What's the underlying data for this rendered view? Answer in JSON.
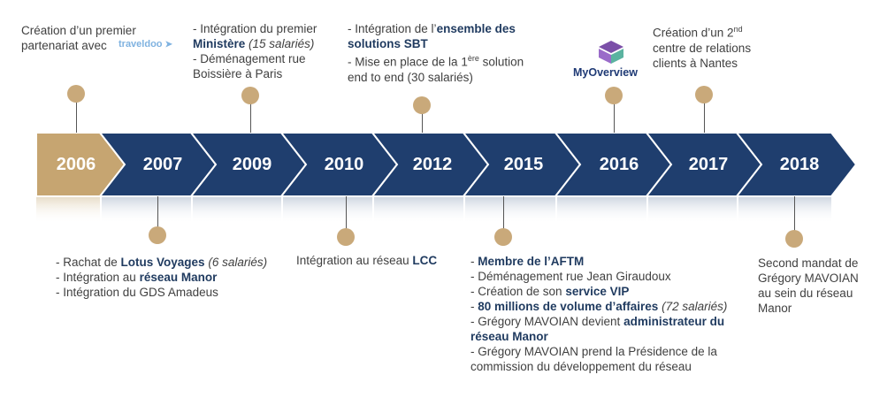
{
  "timeline": {
    "years": [
      "2006",
      "2007",
      "2009",
      "2010",
      "2012",
      "2015",
      "2016",
      "2017",
      "2018"
    ],
    "colors": {
      "first": "#c6a571",
      "rest": "#1f3e6e",
      "dot": "#c9a97a",
      "text_bold": "#1f3a5f"
    }
  },
  "top": {
    "t2006": {
      "line1": "Création d’un premier",
      "line2": "partenariat avec",
      "logo": "traveldoo"
    },
    "t2009": {
      "l1": "- Intégration du premier",
      "l2_bold": "Ministère",
      "l2_italic": "(15 salariés)",
      "l3": "- Déménagement rue",
      "l4": "Boissière à Paris"
    },
    "t2012": {
      "l1_pre": "- Intégration de l’",
      "l1_bold": "ensemble des",
      "l2_bold": "solutions SBT",
      "l3_pre": "- Mise en place de la 1",
      "l3_sup": "ère",
      "l3_post": " solution",
      "l4": "end to end (30 salariés)"
    },
    "t2016": {
      "logo": "MyOverview"
    },
    "t2017": {
      "l1_pre": "Création d’un 2",
      "l1_sup": "nd",
      "l2": "centre de relations",
      "l3": "clients à Nantes"
    }
  },
  "bottom": {
    "b2007": {
      "l1_pre": "- Rachat de ",
      "l1_bold": "Lotus Voyages",
      "l1_italic": "(6 salariés)",
      "l2_pre": "- Intégration au ",
      "l2_bold": "réseau Manor",
      "l3": "- Intégration du GDS Amadeus"
    },
    "b2010": {
      "pre": "Intégration au réseau ",
      "bold": "LCC"
    },
    "b2015": {
      "l1_bold": "Membre de l’AFTM",
      "l2": "- Déménagement rue Jean Giraudoux",
      "l3_pre": "- Création de son ",
      "l3_bold": "service VIP",
      "l4_bold": "80 millions de volume d’affaires",
      "l4_italic": "(72 salariés)",
      "l5_pre": "- Grégory MAVOIAN devient ",
      "l5_bold": "administrateur du",
      "l6_bold": "réseau Manor",
      "l7": "- Grégory MAVOIAN prend la Présidence de la",
      "l8": "commission du développement du réseau"
    },
    "b2018": {
      "l1": "Second mandat de",
      "l2": "Grégory MAVOIAN",
      "l3": "au sein du réseau",
      "l4": "Manor"
    }
  }
}
